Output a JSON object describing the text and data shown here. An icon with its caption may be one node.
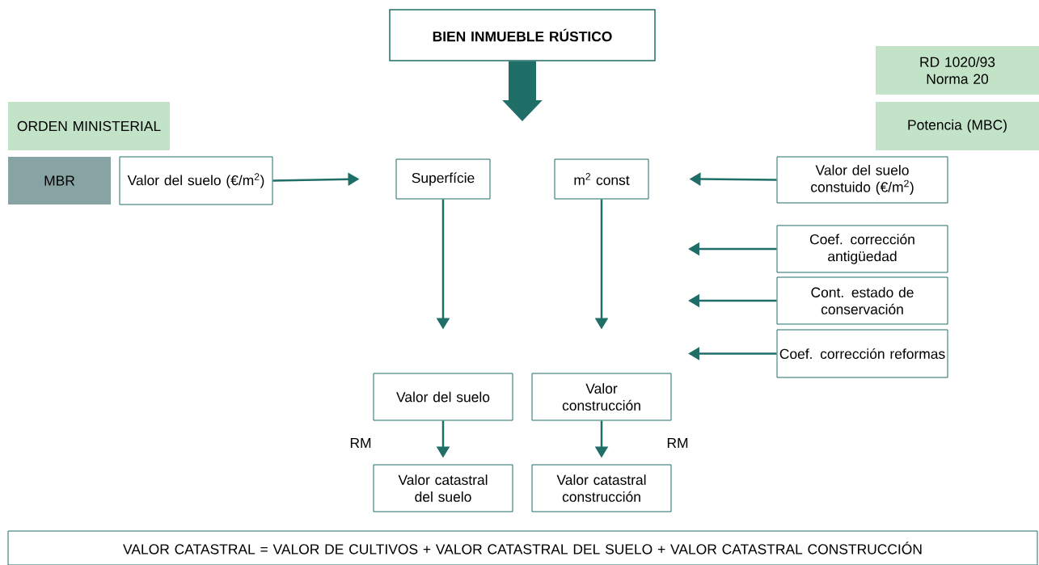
{
  "diagram": {
    "nodes": [
      {
        "text": [
          "BIEN INMUEBLE RÚSTICO"
        ]
      },
      {
        "text": [
          "ORDEN MINISTERIAL"
        ]
      },
      {
        "text": [
          "RD 1020/93 Norma 20"
        ]
      },
      {
        "text": [
          "Potencia (MBC)"
        ]
      },
      {
        "text": [
          "MBR"
        ]
      },
      {
        "text": [
          "Valor del suelo (€/m$^{2}$)"
        ]
      },
      {
        "text": [
          "Superfície"
        ]
      },
      {
        "text": [
          "m$^{2}$ const"
        ]
      },
      {
        "text": [
          "Valor del suelo constuido (€/m$^{2}$)"
        ]
      },
      {
        "text": [
          "Coef. corrección antigüedad"
        ]
      },
      {
        "text": [
          "Cont. estado de conservación"
        ]
      },
      {
        "text": [
          "Coef. corrección reformas"
        ]
      },
      {
        "text": [
          "Valor del suelo"
        ]
      },
      {
        "text": [
          "Valor construcción"
        ]
      },
      {
        "text": [
          "Valor catastral del suelo"
        ]
      },
      {
        "text": [
          "Valor catastral construcción"
        ]
      },
      {
        "text": [
          "VALOR CATASTRAL = VALOR DE CULTIVOS + VALOR CATASTRAL DEL SUELO + VALOR CATASTRAL CONSTRUCCIÓN"
        ]
      }
    ],
    "edges": [
      {
        "from": 0,
        "to": null,
        "arrow": "to",
        "style": "thick"
      },
      {
        "from": 5,
        "to": 6,
        "arrow": "to"
      },
      {
        "from": 8,
        "to": 7,
        "arrow": "to"
      },
      {
        "from": 9,
        "to": null,
        "arrow": "to"
      },
      {
        "from": 10,
        "to": null,
        "arrow": "to"
      },
      {
        "from": 11,
        "to": null,
        "arrow": "to"
      },
      {
        "from": 6,
        "to": 12,
        "arrow": "to"
      },
      {
        "from": 7,
        "to": 13,
        "arrow": "to"
      },
      {
        "from": 12,
        "to": 14,
        "arrow": "to"
      },
      {
        "from": 13,
        "to": 15,
        "arrow": "to"
      }
    ],
    "labels": [
      "RM",
      "RM"
    ]
  }
}
